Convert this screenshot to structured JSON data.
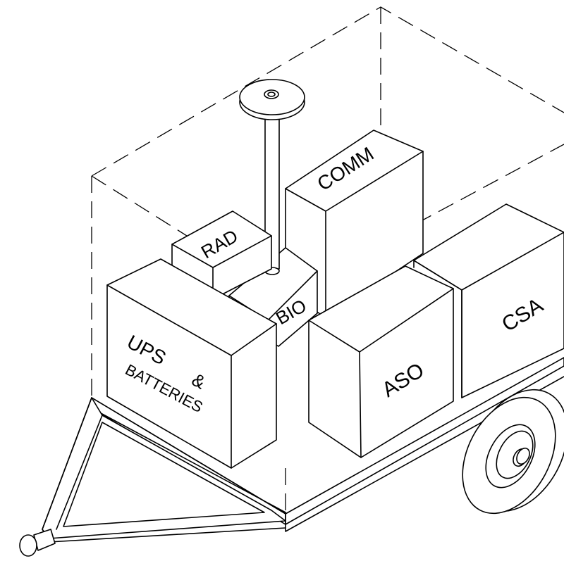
{
  "modules": {
    "comm": "COMM",
    "rad": "RAD",
    "bio": "BIO",
    "ups_line1": "UPS",
    "ups_amp": "&",
    "ups_line2": "BATTERIES",
    "aso": "ASO",
    "csa": "CSA"
  },
  "style": {
    "line_color": "#000000",
    "background": "#ffffff"
  }
}
